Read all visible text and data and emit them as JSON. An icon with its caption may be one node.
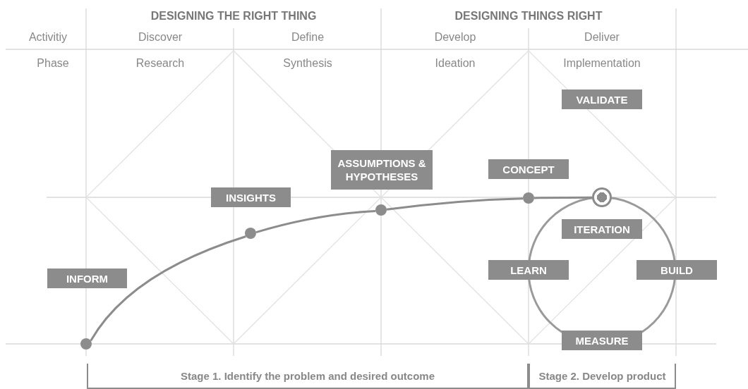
{
  "diagram": {
    "nodes": [
      {
        "text": [
          "VALIDATE"
        ]
      },
      {
        "text": [
          "ASSUMPTIONS & HYPOTHESES"
        ]
      },
      {
        "text": [
          "CONCEPT"
        ]
      },
      {
        "text": [
          "INSIGHTS"
        ]
      },
      {
        "text": [
          "ITERATION"
        ]
      },
      {
        "text": [
          "LEARN"
        ]
      },
      {
        "text": [
          "BUILD"
        ]
      },
      {
        "text": [
          "INFORM"
        ]
      },
      {
        "text": [
          "MEASURE"
        ]
      },
      {
        "text": [
          "Stage 1. Identify the problem and desired outcome"
        ]
      },
      {
        "text": [
          "Stage 2. Develop product"
        ]
      },
      {
        "text": [],
        "shape": "circle"
      },
      {
        "text": [],
        "shape": "circle"
      },
      {
        "text": [],
        "shape": "circle"
      },
      {
        "text": [],
        "shape": "circle"
      },
      {
        "text": [],
        "shape": "circle"
      }
    ],
    "edges": [
      {
        "from": 11,
        "to": 12,
        "arrow": "none"
      },
      {
        "from": 12,
        "to": 13,
        "arrow": "none"
      },
      {
        "from": 13,
        "to": 14,
        "arrow": "none"
      },
      {
        "from": 14,
        "to": 15,
        "arrow": "none"
      }
    ],
    "labels": [
      "DESIGNING THE RIGHT THING",
      "DESIGNING THINGS RIGHT",
      "Activitiy",
      "Discover",
      "Define",
      "Develop",
      "Deliver",
      "Phase",
      "Research",
      "Synthesis",
      "Ideation",
      "Implementation"
    ]
  }
}
